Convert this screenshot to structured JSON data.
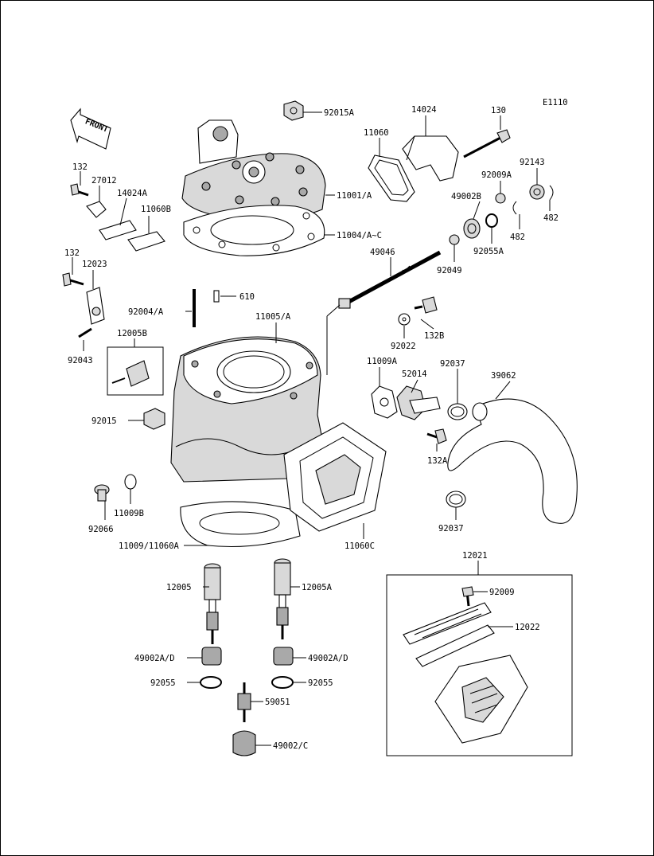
{
  "diagram_code": "E1110",
  "front_label": "FRONT",
  "labels": {
    "p92015A": "92015A",
    "p14024": "14024",
    "p130": "130",
    "p11060": "11060",
    "p92143": "92143",
    "p92009A": "92009A",
    "p132_top": "132",
    "p27012": "27012",
    "p14024A": "14024A",
    "p11060B": "11060B",
    "p11001A": "11001/A",
    "p49002B": "49002B",
    "p482_a": "482",
    "p482_b": "482",
    "p11004": "11004/A~C",
    "p92055A": "92055A",
    "p49046": "49046",
    "p92049": "92049",
    "p132_mid": "132",
    "p12023": "12023",
    "p610": "610",
    "p92004A": "92004/A",
    "p11005A": "11005/A",
    "p132B": "132B",
    "p92022": "92022",
    "p12005B": "12005B",
    "p92043": "92043",
    "p11009A": "11009A",
    "p92037_top": "92037",
    "p39062": "39062",
    "p52014": "52014",
    "p92015": "92015",
    "p132A": "132A",
    "p92066": "92066",
    "p11009B": "11009B",
    "p92037_bot": "92037",
    "p11060C": "11060C",
    "p11009_11060A": "11009/11060A",
    "p12021": "12021",
    "p12005": "12005",
    "p12005A": "12005A",
    "p92009": "92009",
    "p12022": "12022",
    "p49002AD_left": "49002A/D",
    "p49002AD_right": "49002A/D",
    "p92055_left": "92055",
    "p92055_right": "92055",
    "p59051": "59051",
    "p49002C": "49002/C"
  }
}
